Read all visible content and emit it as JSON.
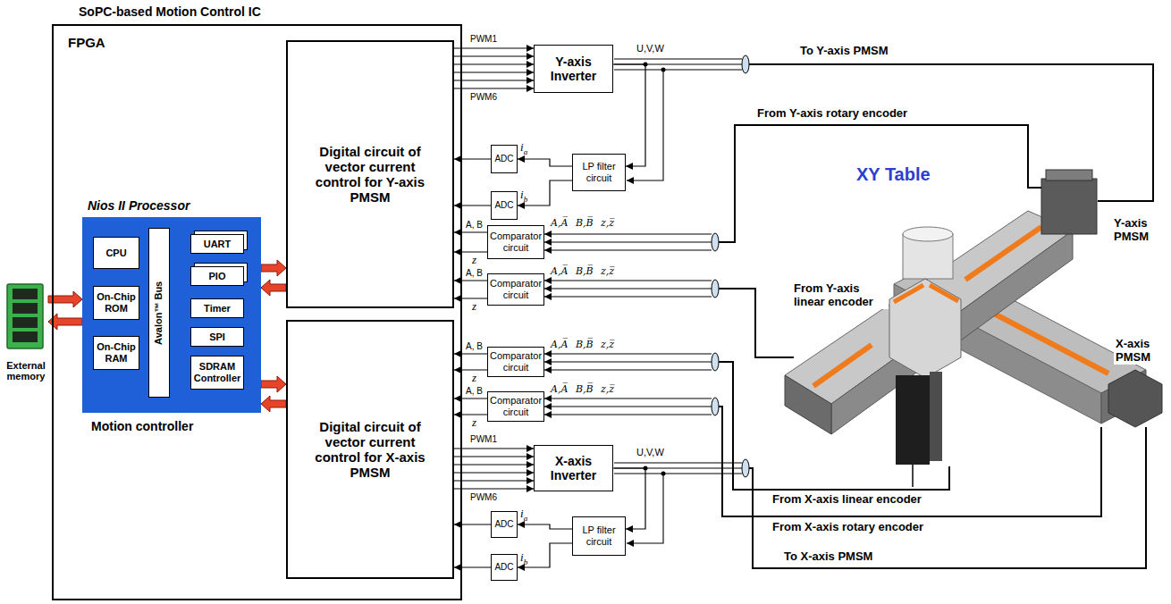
{
  "diagram": {
    "title": "SoPC-based Motion Control IC",
    "nodes": [
      {
        "text": [
          "FPGA"
        ]
      },
      {
        "text": [
          "Nios II Processor",
          "Motion controller"
        ],
        "in": 0
      },
      {
        "text": [
          "CPU"
        ],
        "in": 1
      },
      {
        "text": [
          "On-Chip ROM"
        ],
        "in": 1
      },
      {
        "text": [
          "On-Chip RAM"
        ],
        "in": 1
      },
      {
        "text": [
          "Avalon™ Bus"
        ],
        "in": 1
      },
      {
        "text": [
          "UART"
        ],
        "in": 1
      },
      {
        "text": [
          "PIO"
        ],
        "in": 1
      },
      {
        "text": [
          "Timer"
        ],
        "in": 1
      },
      {
        "text": [
          "SPI"
        ],
        "in": 1
      },
      {
        "text": [
          "SDRAM Controller"
        ],
        "in": 1
      },
      {
        "text": [
          "Digital circuit of vector current control for Y-axis PMSM"
        ],
        "in": 0
      },
      {
        "text": [
          "Digital circuit of vector current control for X-axis PMSM"
        ],
        "in": 0
      },
      {
        "text": [
          "External memory"
        ]
      },
      {
        "text": [
          "Y-axis Inverter"
        ]
      },
      {
        "text": [
          "ADC"
        ]
      },
      {
        "text": [
          "LP filter circuit"
        ]
      },
      {
        "text": [
          "ADC"
        ]
      },
      {
        "text": [
          "Comparator circuit"
        ]
      },
      {
        "text": [
          "Comparator circuit"
        ]
      },
      {
        "text": [
          "Comparator circuit"
        ]
      },
      {
        "text": [
          "Comparator circuit"
        ]
      },
      {
        "text": [
          "X-axis Inverter"
        ]
      },
      {
        "text": [
          "ADC"
        ]
      },
      {
        "text": [
          "LP filter circuit"
        ]
      },
      {
        "text": [
          "ADC"
        ]
      }
    ],
    "edges": [
      {
        "from": 13,
        "to": 1,
        "arrow": "to"
      },
      {
        "from": 1,
        "to": 13,
        "arrow": "to"
      },
      {
        "from": 1,
        "to": 11,
        "arrow": "to"
      },
      {
        "from": 11,
        "to": 1,
        "arrow": "to"
      },
      {
        "from": 1,
        "to": 12,
        "arrow": "to"
      },
      {
        "from": 12,
        "to": 1,
        "arrow": "to"
      },
      {
        "from": 11,
        "to": 14,
        "arrow": "to"
      },
      {
        "from": 14,
        "to": 16,
        "arrow": "to"
      },
      {
        "from": 16,
        "to": 15,
        "arrow": "to"
      },
      {
        "from": 16,
        "to": 17,
        "arrow": "to"
      },
      {
        "from": 15,
        "to": 11,
        "arrow": "to"
      },
      {
        "from": 17,
        "to": 11,
        "arrow": "to"
      },
      {
        "from": 18,
        "to": 11,
        "arrow": "to"
      },
      {
        "from": 18,
        "to": 11,
        "arrow": "to"
      },
      {
        "from": 19,
        "to": 11,
        "arrow": "to"
      },
      {
        "from": 19,
        "to": 11,
        "arrow": "to"
      },
      {
        "from": 20,
        "to": 12,
        "arrow": "to"
      },
      {
        "from": 20,
        "to": 12,
        "arrow": "to"
      },
      {
        "from": 21,
        "to": 12,
        "arrow": "to"
      },
      {
        "from": 21,
        "to": 12,
        "arrow": "to"
      },
      {
        "from": 12,
        "to": 22,
        "arrow": "to"
      },
      {
        "from": 22,
        "to": 24,
        "arrow": "to"
      },
      {
        "from": 24,
        "to": 23,
        "arrow": "to"
      },
      {
        "from": 24,
        "to": 25,
        "arrow": "to"
      },
      {
        "from": 23,
        "to": 12,
        "arrow": "to"
      },
      {
        "from": 25,
        "to": 12,
        "arrow": "to"
      }
    ],
    "labels": [
      "PWM1",
      "PWM6",
      "U,V,W",
      "ia",
      "ib",
      "A, B",
      "A,A̅ B,B̅ z,z̅",
      "z",
      "A, B",
      "A,A̅ B,B̅ z,z̅",
      "z",
      "A, B",
      "A,A̅ B,B̅ z,z̅",
      "z",
      "A, B",
      "A,A̅ B,B̅ z,z̅",
      "z",
      "PWM1",
      "PWM6",
      "U,V,W",
      "ia",
      "ib",
      "To Y-axis PMSM",
      "From Y-axis rotary encoder",
      "XY Table",
      "Y-axis PMSM",
      "From Y-axis linear encoder",
      "X-axis PMSM",
      "From X-axis linear encoder",
      "From X-axis rotary encoder",
      "To X-axis PMSM"
    ]
  }
}
